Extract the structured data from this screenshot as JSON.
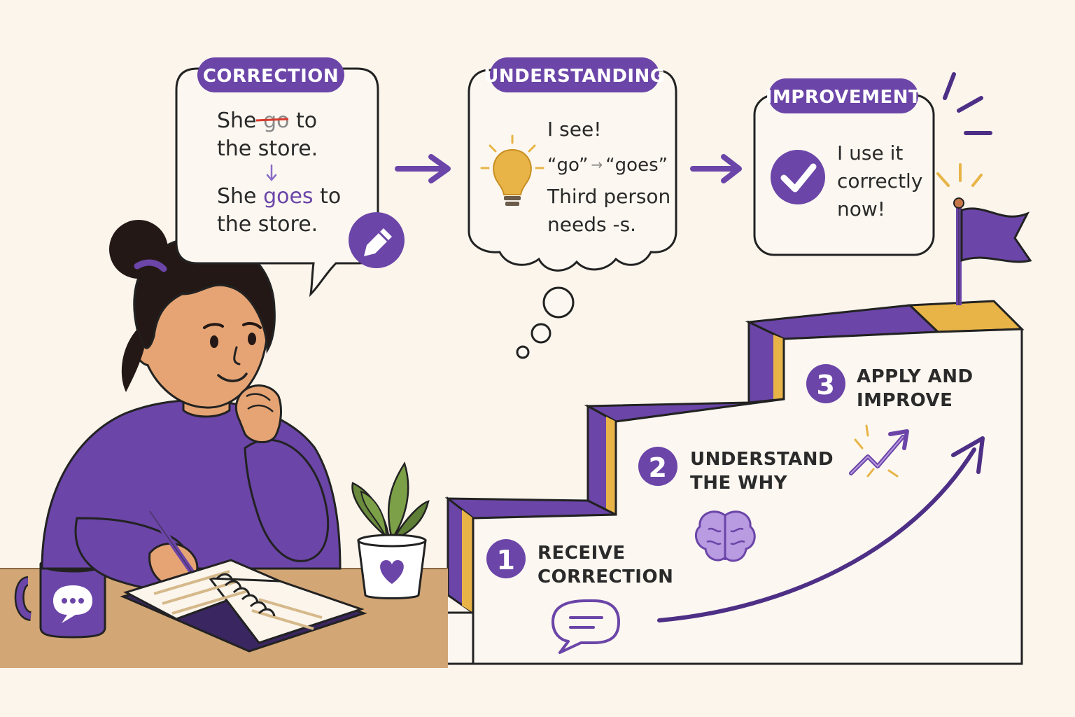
{
  "colors": {
    "purple": "#6B45A8",
    "purple_dark": "#4E2F86",
    "gold": "#E8B447",
    "cream": "#FBF5EC",
    "desk": "#D2A675",
    "ink": "#2a2a2a",
    "red": "#D83B2E"
  },
  "correction": {
    "badge": "CORRECTION",
    "line1_a": "She ",
    "line1_wrong": "go",
    "line1_b": " to",
    "line2": "the store.",
    "line3_a": "She ",
    "line3_right": "goes",
    "line3_b": " to",
    "line4": "the store.",
    "icon": "pencil-icon"
  },
  "understanding": {
    "badge": "UNDERSTANDING",
    "line1": "I see!",
    "from": "“go”",
    "arrow": "→",
    "to": "“goes”",
    "line3": "Third person",
    "line4": "needs -s.",
    "icon": "lightbulb-icon"
  },
  "improvement": {
    "badge": "IMPROVEMENT",
    "line1": "I use it",
    "line2": "correctly",
    "line3": "now!",
    "icon": "checkmark-icon"
  },
  "steps": [
    {
      "number": "1",
      "line1": "RECEIVE",
      "line2": "CORRECTION",
      "icon": "speech-bubble-icon"
    },
    {
      "number": "2",
      "line1": "UNDERSTAND",
      "line2": "THE WHY",
      "icon": "brain-icon"
    },
    {
      "number": "3",
      "line1": "APPLY AND",
      "line2": "IMPROVE",
      "icon": "growth-arrow-icon"
    }
  ]
}
